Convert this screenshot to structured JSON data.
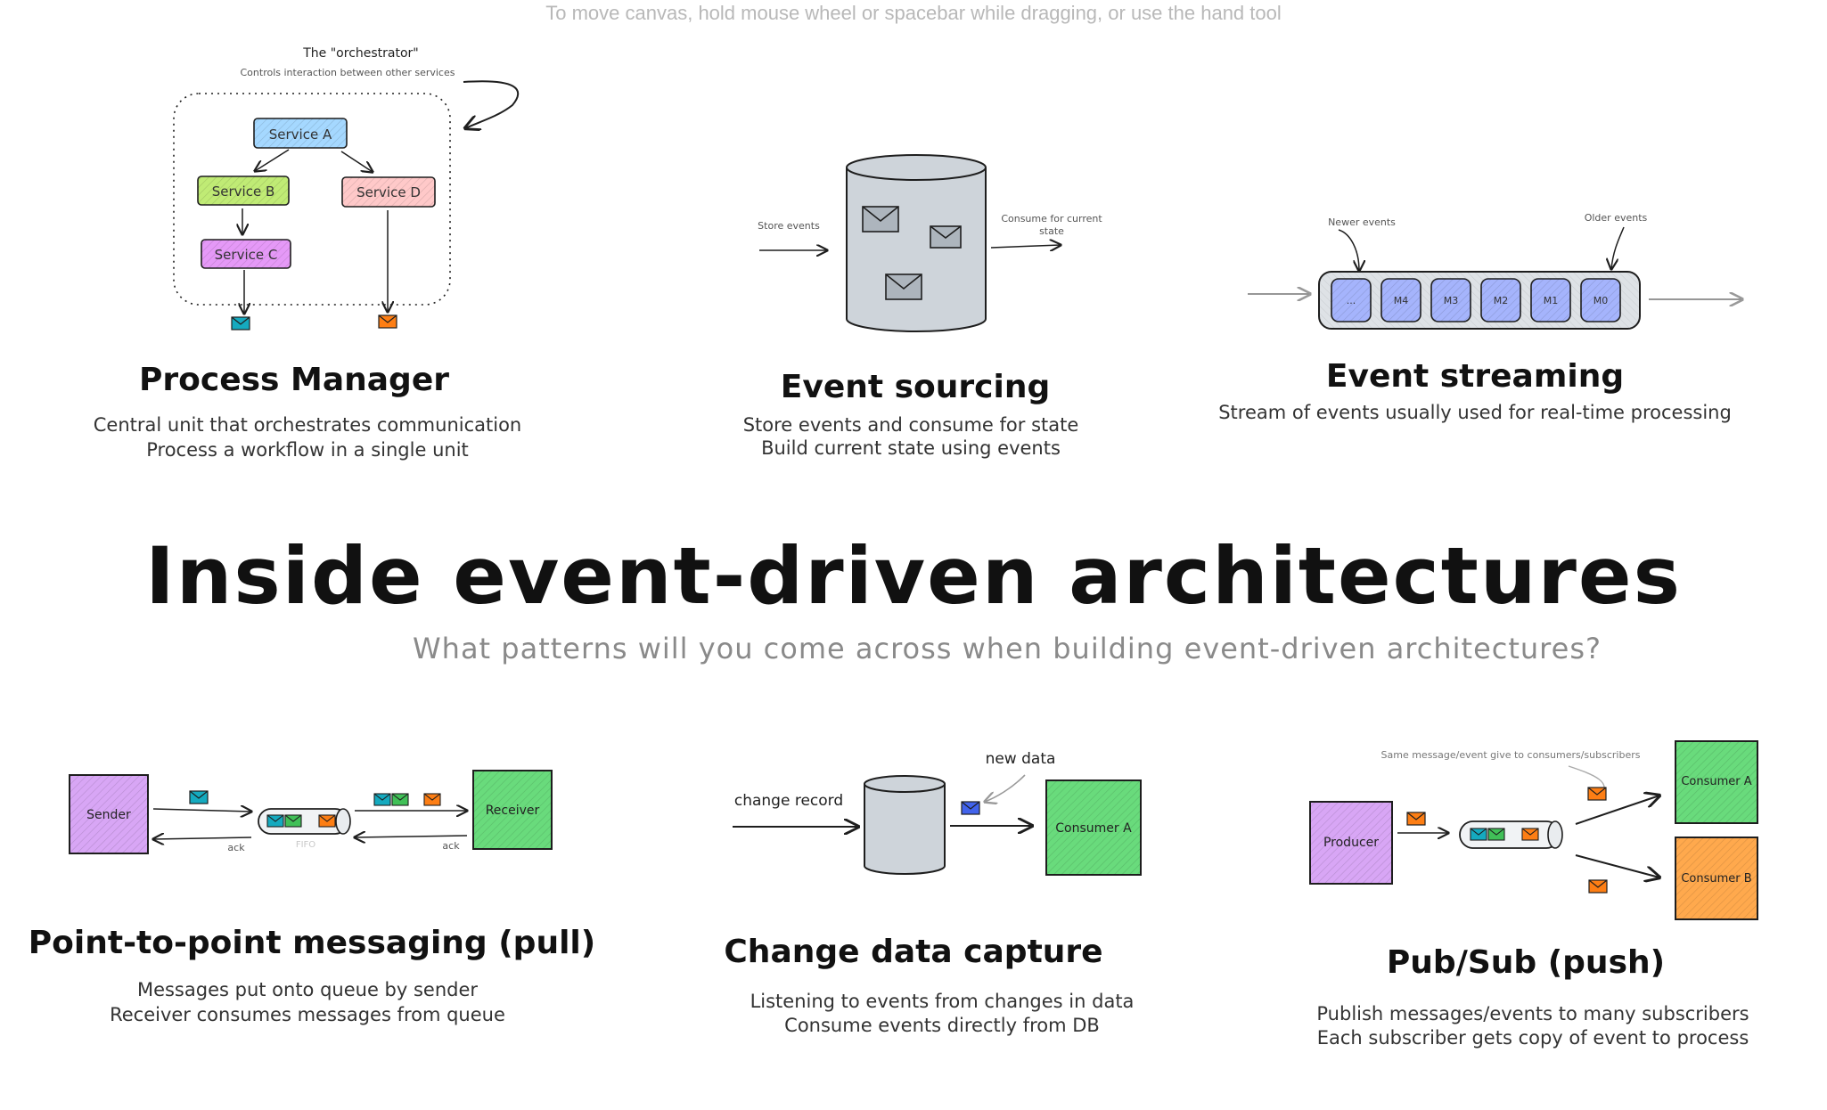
{
  "canvas_hint": "To move canvas, hold mouse wheel or spacebar while dragging, or use the hand tool",
  "main": {
    "title": "Inside event-driven architectures",
    "subtitle": "What patterns will you come across when building event-driven architectures?"
  },
  "process_manager": {
    "title": "Process Manager",
    "desc1": "Central unit that orchestrates communication",
    "desc2": "Process a workflow in a single unit",
    "orchestrator_label": "The \"orchestrator\"",
    "orchestrator_note": "Controls interaction between other services",
    "service_a": "Service A",
    "service_b": "Service B",
    "service_c": "Service C",
    "service_d": "Service D",
    "colors": {
      "a": "#a5d8ff",
      "b": "#c0eb75",
      "c": "#e599f7",
      "d": "#ffc9c9"
    }
  },
  "event_sourcing": {
    "title": "Event sourcing",
    "desc1": "Store events and consume for state",
    "desc2": "Build current state using events",
    "store_label": "Store events",
    "consume_label_1": "Consume for current",
    "consume_label_2": "state"
  },
  "event_streaming": {
    "title": "Event streaming",
    "desc1": "Stream of events usually used for real-time processing",
    "newer_label": "Newer events",
    "older_label": "Older events",
    "slots": [
      "...",
      "M4",
      "M3",
      "M2",
      "M1",
      "M0"
    ],
    "slot_color": "#a5b4fc"
  },
  "point_to_point": {
    "title": "Point-to-point messaging (pull)",
    "desc1": "Messages put onto queue by sender",
    "desc2": "Receiver consumes messages from queue",
    "sender": "Sender",
    "receiver": "Receiver",
    "fifo": "FIFO",
    "ack_left": "ack",
    "ack_right": "ack",
    "colors": {
      "sender": "#d8a6f5",
      "receiver": "#69db7c"
    }
  },
  "cdc": {
    "title": "Change data capture",
    "desc1": "Listening to events from changes in data",
    "desc2": "Consume events directly from DB",
    "change_record": "change record",
    "new_data": "new data",
    "consumer": "Consumer A"
  },
  "pubsub": {
    "title": "Pub/Sub (push)",
    "desc1": "Publish messages/events to many subscribers",
    "desc2": "Each subscriber gets copy of event to process",
    "producer": "Producer",
    "consumer_a": "Consumer A",
    "consumer_b": "Consumer B",
    "note": "Same message/event give to consumers/subscribers",
    "colors": {
      "producer": "#d8a6f5",
      "consumer_a": "#69db7c",
      "consumer_b": "#ffa94d"
    }
  },
  "envelope_colors": {
    "teal": "#15aabf",
    "orange": "#fd7e14",
    "green": "#40c057",
    "blue": "#4263eb",
    "gray": "#868e96"
  }
}
